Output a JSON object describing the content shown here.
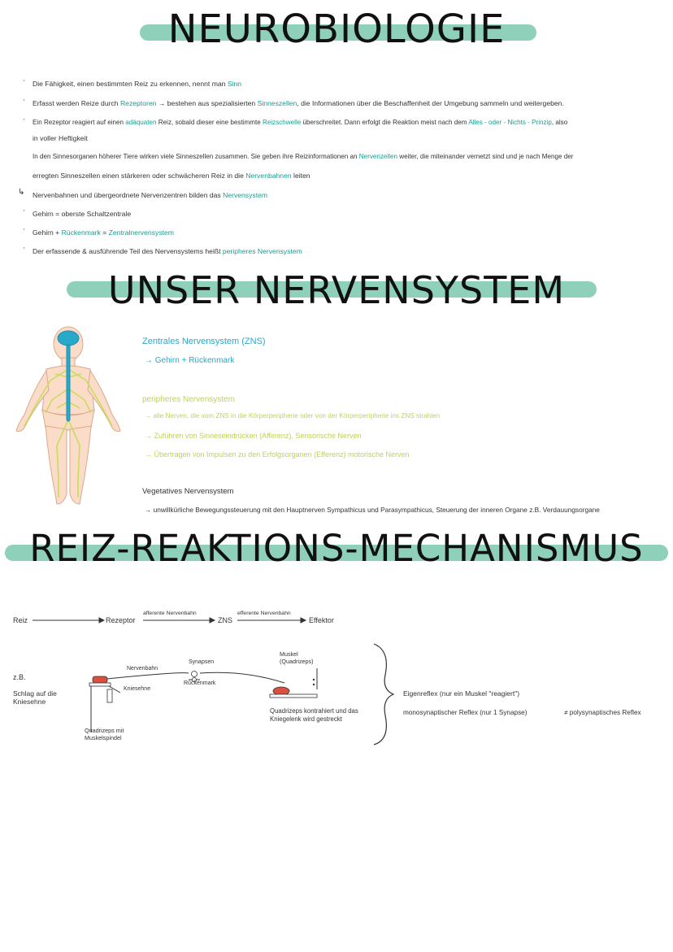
{
  "titles": {
    "t1": "NEUROBIOLOGIE",
    "t2": "UNSER NERVENSYSTEM",
    "t3": "REIZ-REAKTIONS-MECHANISMUS"
  },
  "intro": {
    "l1a": "Die Fähigkeit, einen bestimmten Reiz zu erkennen, nennt man ",
    "l1b": "Sinn",
    "l2a": "Erfasst werden Reize durch ",
    "l2b": "Rezeptoren",
    "l2c": " → bestehen aus spezialisierten ",
    "l2d": "Sinneszellen",
    "l2e": ", die Informationen über die Beschaffenheit der Umgebung sammeln und weitergeben.",
    "l3a": "Ein Rezeptor reagiert auf einen ",
    "l3b": "adäquaten",
    "l3c": " Reiz, sobald dieser eine bestimmte ",
    "l3d": "Reizschwelle",
    "l3e": " überschreitet. Dann erfolgt die Reaktion meist nach dem ",
    "l3f": "Alles - oder - Nichts - Prinzip",
    "l3g": ", also",
    "l4": "in voller Heftigkeit",
    "l5a": "In den Sinnesorganen höherer Tiere wirken viele Sinneszellen zusammen. Sie geben ihre Reizinformationen an ",
    "l5b": "Nervenzellen",
    "l5c": " weiter, die miteinander vernetzt sind und je nach Menge der",
    "l6a": "erregten Sinneszellen einen stärkeren oder schwächeren Reiz in die ",
    "l6b": "Nervenbahnen",
    "l6c": " leiten",
    "l7a": "Nervenbahnen und übergeordnete Nervenzentren bilden das ",
    "l7b": "Nervensystem",
    "l8": "Gehirn = oberste Schaltzentrale",
    "l9a": "Gehirn + ",
    "l9b": "Rückenmark",
    "l9c": " = ",
    "l9d": "Zentralnervensystem",
    "l10a": "Der erfassende & ausführende Teil des Nervensystems heißt ",
    "l10b": "peripheres Nervensystem"
  },
  "nervensystem": {
    "zns_title": "Zentrales Nervensystem (ZNS)",
    "zns_sub": "→ Gehirn + Rückenmark",
    "pns_title": "peripheres Nervensystem",
    "pns_1": "→ alle Nerven, die vom ZNS in die Körperperipherie oder von der Körperperipherie ins ZNS strahlen",
    "pns_2": "→ Zuführen von Sinneseindrücken (Afferenz), Sensorische Nerven",
    "pns_3": "→ Übertragen von Impulsen zu den Erfolgsorganen (Efferenz) motorische Nerven",
    "veg_title": "Vegetatives Nervensystem",
    "veg_1": "→ unwillkürliche Bewegungssteuerung mit den Hauptnerven Sympathicus und Parasympathicus, Steuerung der inneren Organe z.B. Verdauungsorgane"
  },
  "mechanismus": {
    "reiz": "Reiz",
    "rezeptor": "Rezeptor",
    "afferente": "afferente Nervenbahn",
    "zns": "ZNS",
    "efferente": "efferente Nervenbahn",
    "effektor": "Effektor",
    "zb": "z.B.",
    "schlag": "Schlag auf die Kniesehne",
    "nervenbahn": "Nervenbahn",
    "synapsen": "Synapsen",
    "rueckenmark": "Rückenmark",
    "kniesehne": "Kniesehne",
    "quadrizeps_spindel": "Quadrizeps mit Muskelspindel",
    "muskel": "Muskel (Quadrizeps)",
    "kontrahiert": "Quadrizeps kontrahiert und das Kniegelenk wird gestreckt",
    "eigenreflex": "Eigenreflex  (nur ein Muskel \"reagiert\")",
    "mono": "monosynaptischer Reflex (nur 1 Synapse)",
    "poly": "≠ polysynaptisches Reflex"
  },
  "colors": {
    "highlight": "#8fd0bb",
    "teal": "#1a9b8f",
    "cyan": "#2aa8c9",
    "lime": "#bcd35a"
  }
}
